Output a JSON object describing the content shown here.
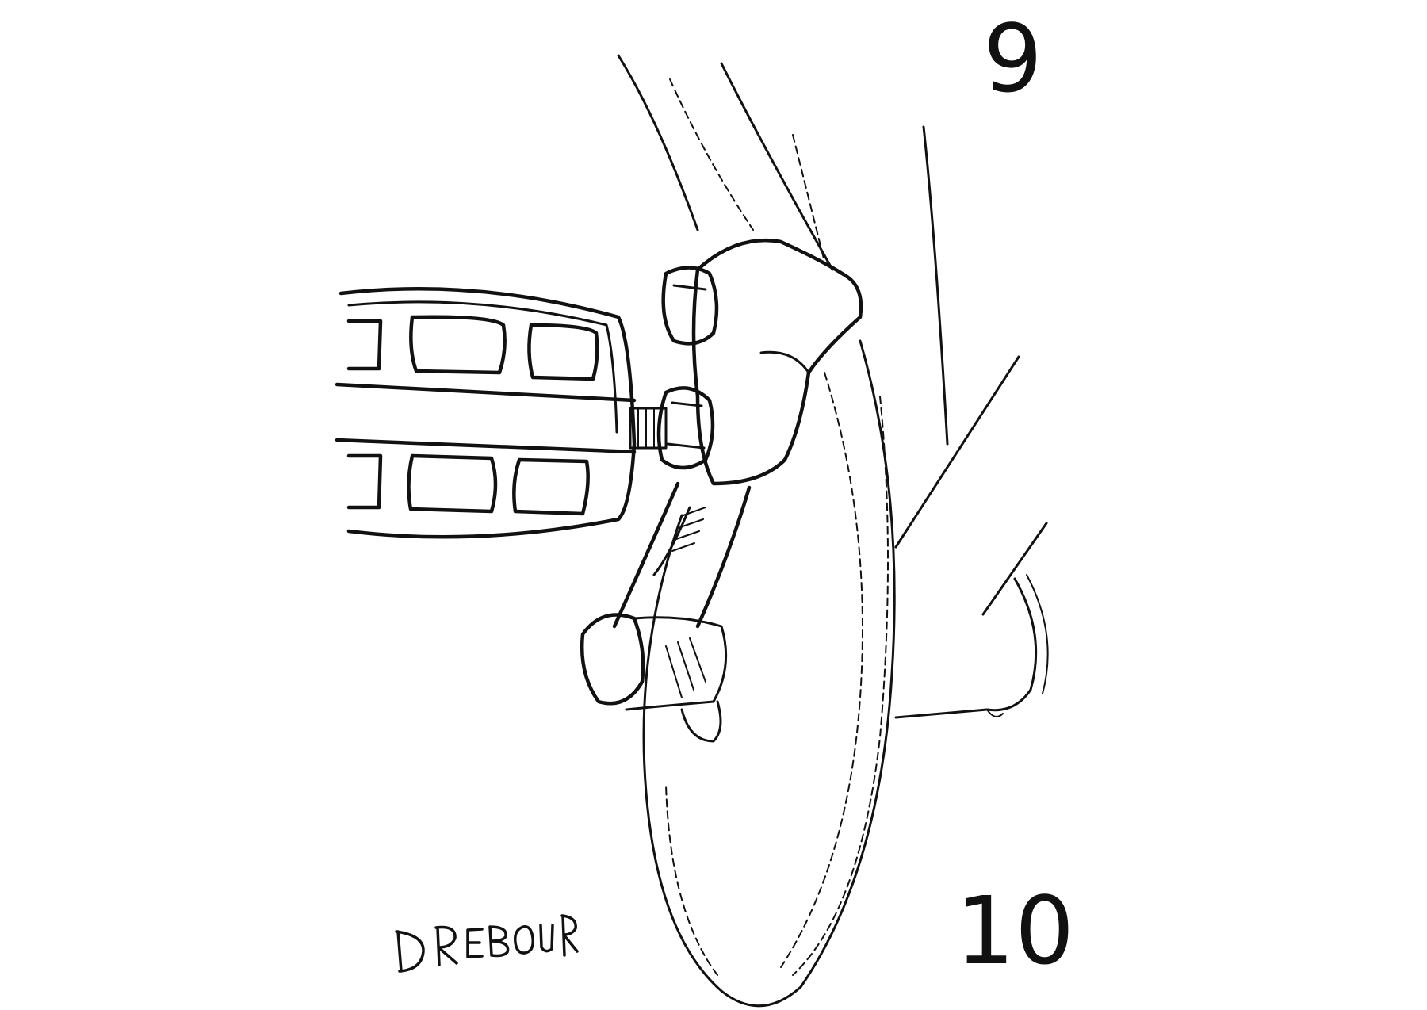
{
  "labels": {
    "top_right": "9",
    "bottom_right": "10"
  },
  "signature": "D REBOUR",
  "colors": {
    "ink": "#111111",
    "paper": "#ffffff"
  }
}
